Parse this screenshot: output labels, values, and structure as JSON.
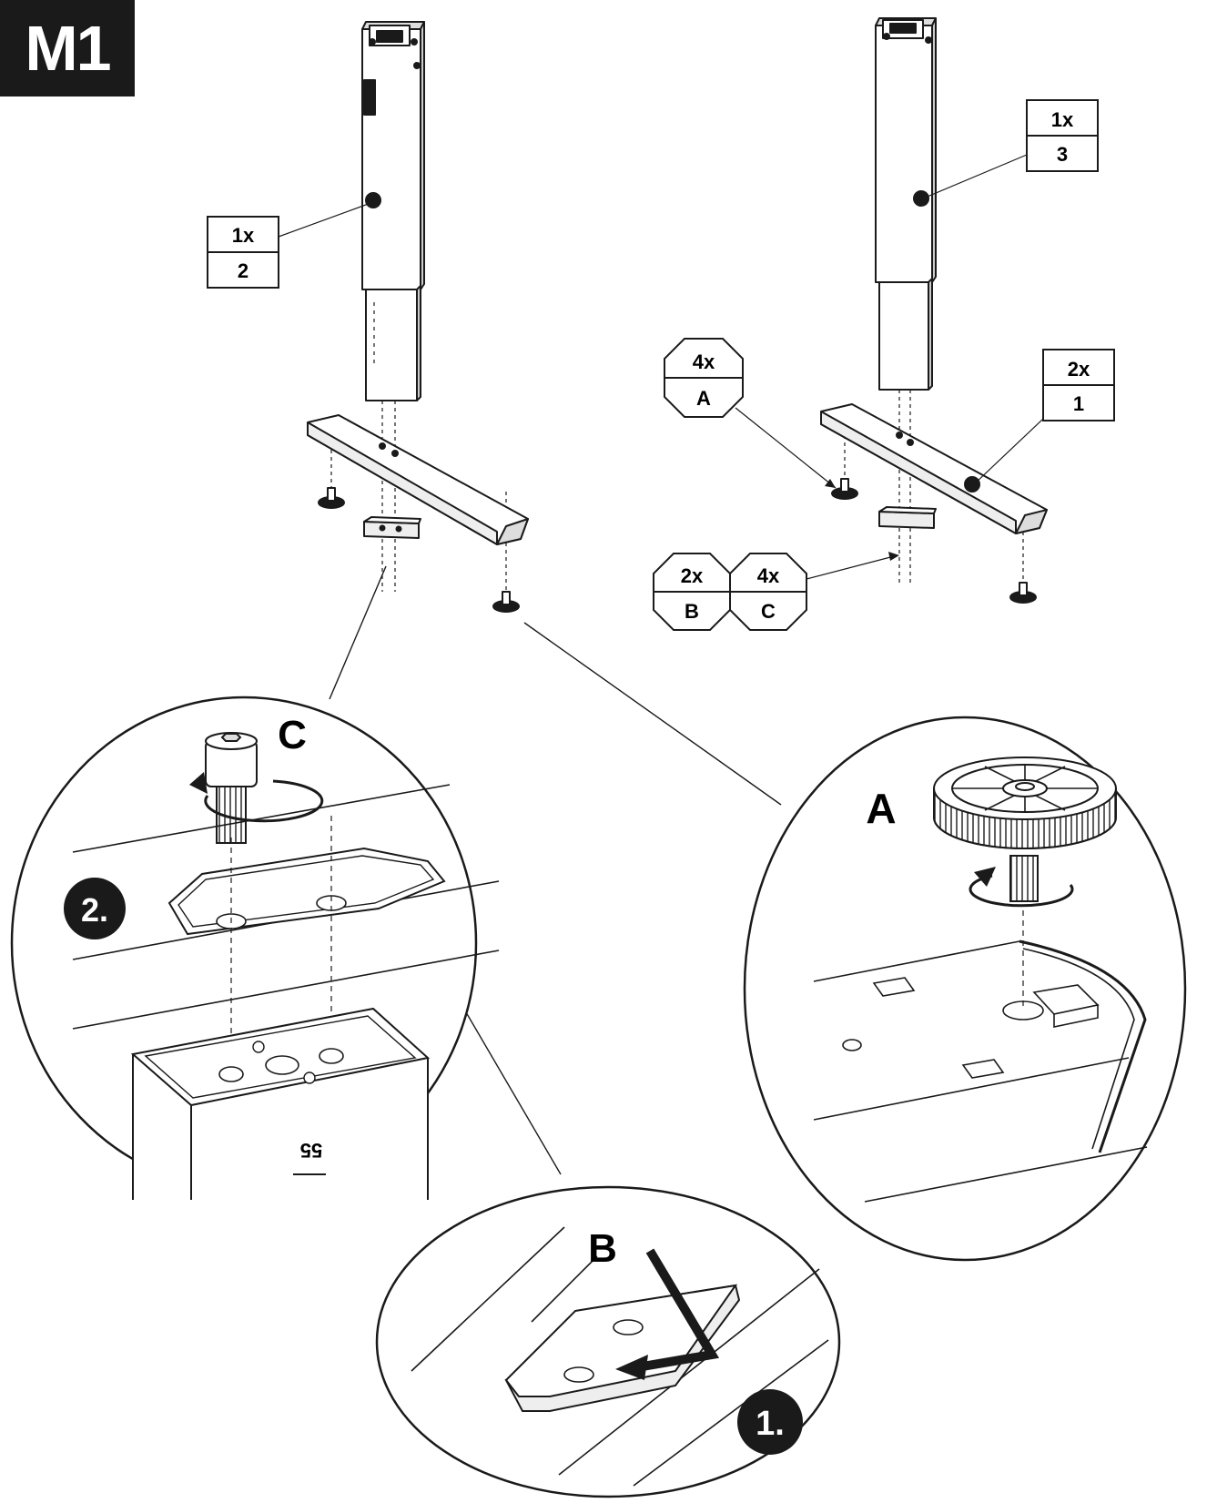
{
  "step": {
    "label": "M1"
  },
  "parts": {
    "left_leg": {
      "qty": "1x",
      "ref": "2"
    },
    "right_leg": {
      "qty": "1x",
      "ref": "3"
    },
    "right_foot": {
      "qty": "2x",
      "ref": "1"
    },
    "glide_A": {
      "qty": "4x",
      "ref": "A"
    },
    "plate_B": {
      "qty": "2x",
      "ref": "B"
    },
    "screw_C": {
      "qty": "4x",
      "ref": "C"
    }
  },
  "details": {
    "screw_label": "C",
    "glide_label": "A",
    "plate_label": "B",
    "order_first": "1.",
    "order_second": "2.",
    "leg_marking": "55"
  },
  "colors": {
    "ink": "#1a1a1a",
    "paper": "#ffffff",
    "grey": "#e6e6e6"
  }
}
